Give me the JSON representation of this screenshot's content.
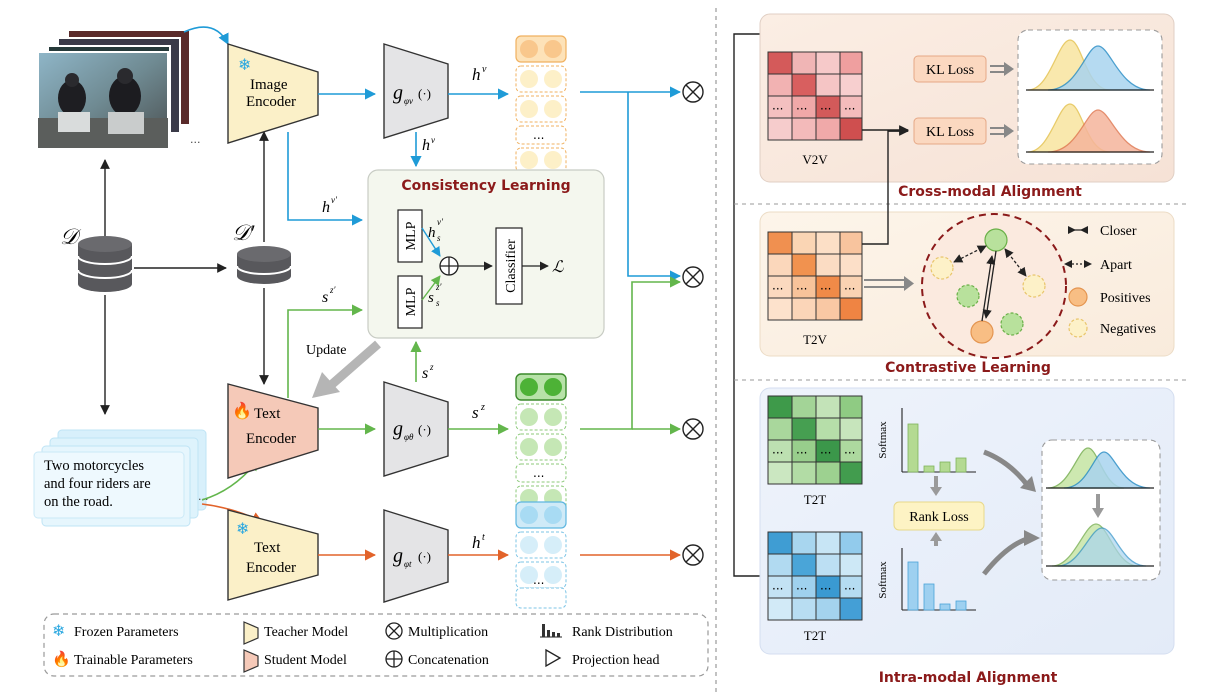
{
  "left_panel": {
    "dataset_D": "𝒟",
    "dataset_D_prime": "𝒟′",
    "caption_text": [
      "Two motorcycles",
      "and four riders are",
      "on the road."
    ],
    "image_encoder_label": [
      "Image",
      "Encoder"
    ],
    "text_encoder_student_label": [
      "Text",
      "Encoder"
    ],
    "text_encoder_teacher_label": [
      "Text",
      "Encoder"
    ],
    "proj_head_v": "g",
    "proj_head_v_sub": "φv",
    "proj_head_theta": "g",
    "proj_head_theta_sub": "φθ",
    "proj_head_t": "g",
    "proj_head_t_sub": "φt",
    "proj_arg": "(·)",
    "feat_hv": "h",
    "feat_hv_sup": "v",
    "feat_hvprime": "h",
    "feat_hvprime_sup": "v′",
    "feat_sz": "s",
    "feat_sz_sup": "z",
    "feat_szprime": "s",
    "feat_szprime_sup": "z′",
    "feat_ht": "h",
    "feat_ht_sup": "t",
    "update_label": "Update",
    "ellipsis": "...",
    "consistency": {
      "title": "Consistency Learning",
      "mlp_top": "MLP",
      "mlp_bottom": "MLP",
      "hs_label": "h",
      "hs_sub": "s",
      "hs_sup": "v′",
      "ss_label": "s",
      "ss_sub": "s",
      "ss_sup": "z′",
      "classifier": "Classifier",
      "loss": "ℒ"
    }
  },
  "legend": {
    "frozen": "Frozen Parameters",
    "trainable": "Trainable Parameters",
    "teacher": "Teacher Model",
    "student": "Student Model",
    "multiplication": "Multiplication",
    "concatenation": "Concatenation",
    "rank_distribution": "Rank Distribution",
    "projection_head": "Projection head"
  },
  "right_panel": {
    "cross_modal": {
      "title": "Cross-modal Alignment",
      "matrix_label": "V2V",
      "kl_loss_1": "KL Loss",
      "kl_loss_2": "KL Loss"
    },
    "contrastive": {
      "title": "Contrastive Learning",
      "matrix_label": "T2V",
      "legend_closer": "Closer",
      "legend_apart": "Apart",
      "legend_positives": "Positives",
      "legend_negatives": "Negatives"
    },
    "intra_modal": {
      "title": "Intra-modal Alignment",
      "matrix_label_top": "T2T",
      "matrix_label_bottom": "T2T",
      "softmax_top": "Softmax",
      "softmax_bottom": "Softmax",
      "rank_loss": "Rank Loss"
    }
  },
  "colors": {
    "blue": "#1f9bd7",
    "green": "#63b64c",
    "orange": "#e2632a",
    "teacher_fill": "#fbf0c8",
    "student_fill": "#f5c9b8",
    "proj_fill": "#e4e4e6",
    "title_red": "#8b1a1a"
  }
}
